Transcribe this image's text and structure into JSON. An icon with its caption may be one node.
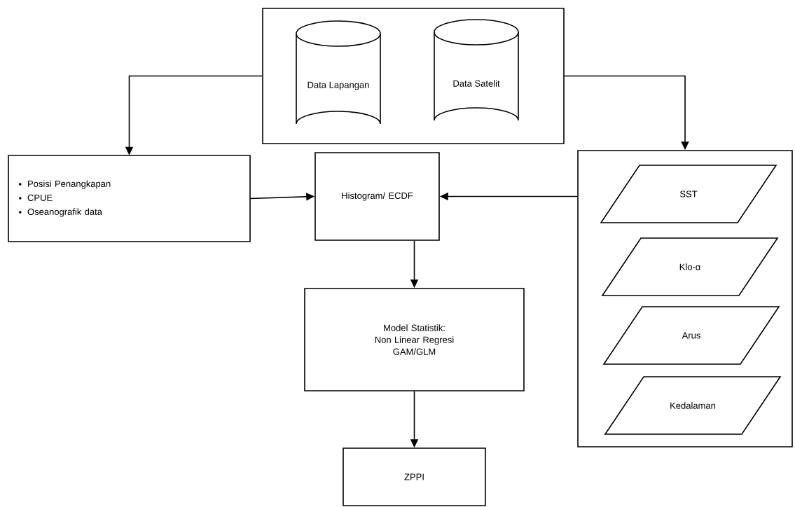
{
  "diagram": {
    "nodes": [
      {
        "text": [],
        "shape": "box"
      },
      {
        "text": [
          "Data Lapangan"
        ],
        "in": 0
      },
      {
        "text": [
          "Data Satelit"
        ],
        "in": 0
      },
      {
        "text": [
          "Posisi Penangkapan",
          "CPUE",
          "Oseanografik data"
        ]
      },
      {
        "text": [
          "Histogram/ ECDF"
        ]
      },
      {
        "text": [],
        "shape": "box"
      },
      {
        "text": [
          "SST"
        ],
        "in": 5
      },
      {
        "text": [
          "Klo-α"
        ],
        "in": 5
      },
      {
        "text": [
          "Arus"
        ],
        "in": 5
      },
      {
        "text": [
          "Kedalaman"
        ],
        "in": 5
      },
      {
        "text": [
          "Model Statistik:",
          "Non Linear Regresi",
          "GAM/GLM"
        ]
      },
      {
        "text": [
          "ZPPI"
        ]
      }
    ],
    "edges": [
      {
        "from": 0,
        "to": 3,
        "arrow": "to"
      },
      {
        "from": 0,
        "to": 5,
        "arrow": "to"
      },
      {
        "from": 3,
        "to": 4,
        "arrow": "to"
      },
      {
        "from": 5,
        "to": 4,
        "arrow": "to"
      },
      {
        "from": 4,
        "to": 10,
        "arrow": "to"
      },
      {
        "from": 10,
        "to": 11,
        "arrow": "to"
      }
    ]
  }
}
